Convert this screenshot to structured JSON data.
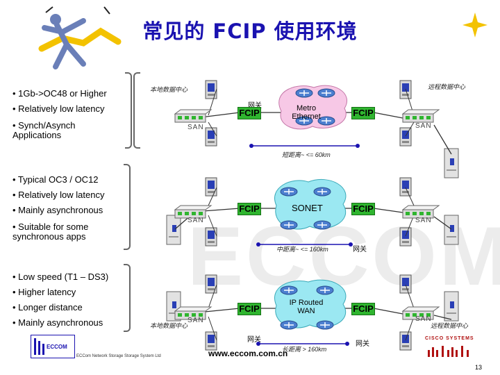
{
  "title": "常见的 FCIP 使用环境",
  "sections": [
    {
      "bullets": [
        "• 1Gb->OC48 or Higher",
        "• Relatively low latency",
        "• Synch/Asynch Applications"
      ],
      "local_dc": "本地数据中心",
      "remote_dc": "远程数据中心",
      "gateway": "网关",
      "network": "Metro Ethernet",
      "distance": "短距离~ <= 60km"
    },
    {
      "bullets": [
        "• Typical OC3 / OC12",
        "• Relatively low latency",
        "• Mainly asynchronous",
        "• Suitable for some synchronous apps"
      ],
      "network": "SONET",
      "distance": "中距离~ <= 160km",
      "gateway": "网关"
    },
    {
      "bullets": [
        "• Low speed (T1 – DS3)",
        "• Higher latency",
        "• Longer distance",
        "• Mainly asynchronous"
      ],
      "local_dc": "本地数据中心",
      "remote_dc": "远程数据中心",
      "gateway_left": "网关",
      "gateway_right": "网关",
      "network": "IP Routed WAN",
      "distance": "长距离 > 160km"
    }
  ],
  "labels": {
    "fcip": "FCIP",
    "san": "SAN"
  },
  "footer": {
    "logo_text": "ECCOM",
    "company": "ECCom Network Storage Storage System Ltd",
    "url": "www.eccom.com.cn",
    "cisco": "CISCO SYSTEMS",
    "page": "13"
  },
  "watermark": "ECCOM",
  "colors": {
    "title": "#1a12b0",
    "fcip": "#2fb52f",
    "cloud_metro": "#f7c8e6",
    "cloud_sonet": "#9be8f2",
    "cloud_wan": "#9be8f2"
  }
}
